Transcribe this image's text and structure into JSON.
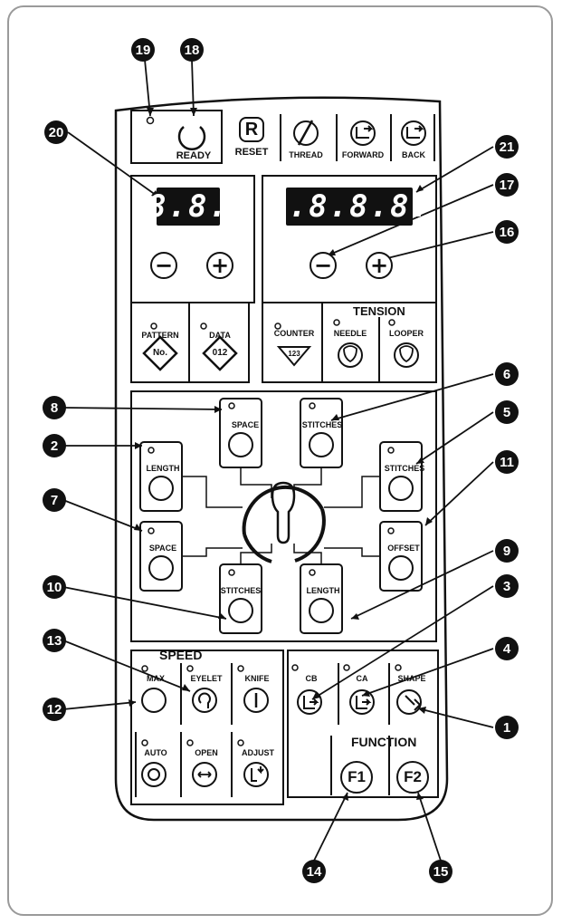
{
  "top_row": {
    "ready": "READY",
    "reset_key": "R",
    "reset": "RESET",
    "thread": "THREAD",
    "forward": "FORWARD",
    "back": "BACK"
  },
  "displays": {
    "left": "8.8.",
    "right": "8.8.8.8."
  },
  "selectors": {
    "pattern": "PATTERN",
    "pattern_key": "No.",
    "data": "DATA",
    "data_key": "012",
    "tension_title": "TENSION",
    "counter": "COUNTER",
    "counter_key": "123",
    "needle": "NEEDLE",
    "looper": "LOOPER"
  },
  "shape_keys": {
    "space_top": "SPACE",
    "stitches_top": "STITCHES",
    "length_left": "LENGTH",
    "stitches_right": "STITCHES",
    "space_left": "SPACE",
    "offset_right": "OFFSET",
    "stitches_bottom": "STITCHES",
    "length_bottom": "LENGTH"
  },
  "speed": {
    "title": "SPEED",
    "max": "MAX",
    "eyelet": "EYELET",
    "knife": "KNIFE",
    "auto": "AUTO",
    "open": "OPEN",
    "adjust": "ADJUST"
  },
  "function": {
    "cb": "CB",
    "ca": "CA",
    "shape": "SHAPE",
    "title": "FUNCTION",
    "f1": "F1",
    "f2": "F2"
  },
  "callouts": [
    "19",
    "18",
    "20",
    "21",
    "17",
    "16",
    "8",
    "6",
    "2",
    "5",
    "11",
    "7",
    "9",
    "10",
    "3",
    "13",
    "4",
    "12",
    "1",
    "14",
    "15"
  ],
  "colors": {
    "ink": "#111111",
    "frame": "#9a9a9a",
    "background": "#ffffff"
  }
}
